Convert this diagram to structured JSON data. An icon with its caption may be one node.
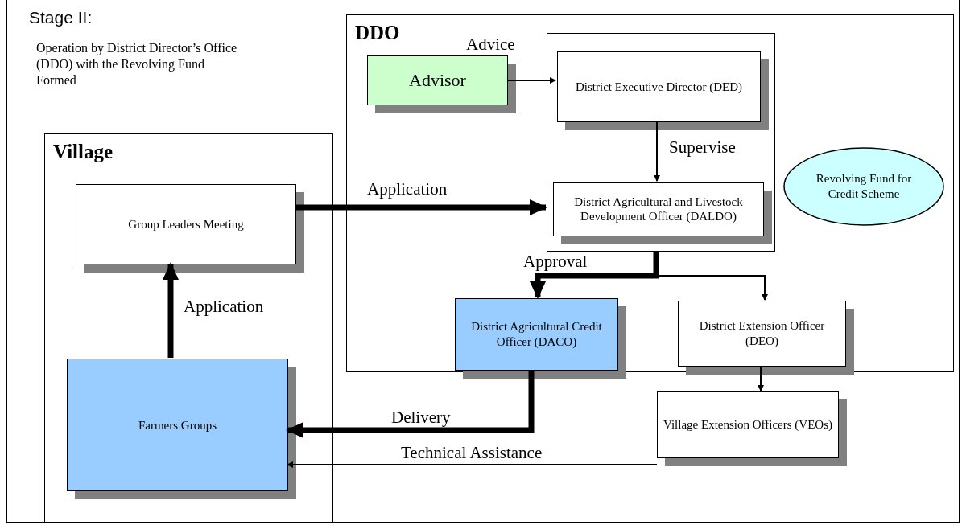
{
  "diagram": {
    "title": "Stage II:",
    "nodes": [
      {
        "text": [
          "Village"
        ]
      },
      {
        "text": [
          "Group Leaders Meeting"
        ],
        "in": 0
      },
      {
        "text": [
          "Farmers Groups"
        ],
        "in": 0
      },
      {
        "text": [
          "DDO"
        ]
      },
      {
        "text": [
          "Advisor"
        ],
        "in": 3
      },
      {
        "text": [],
        "shape": "box",
        "in": 3
      },
      {
        "text": [
          "District Executive Director (DED)"
        ],
        "in": 5
      },
      {
        "text": [
          "District Agricultural and Livestock Development Officer (DALDO)"
        ],
        "in": 5
      },
      {
        "text": [
          "Revolving Fund for Credit Scheme"
        ],
        "in": 3
      },
      {
        "text": [
          "District Agricultural Credit Officer (DACO)"
        ],
        "in": 3
      },
      {
        "text": [
          "District Extension Officer (DEO)"
        ],
        "in": 3
      },
      {
        "text": [
          "Village Extension Officers (VEOs)"
        ]
      }
    ],
    "edges": [
      {
        "from": 4,
        "to": 6,
        "arrow": "to",
        "label": "Advice"
      },
      {
        "from": 6,
        "to": 7,
        "arrow": "to",
        "label": "Supervise"
      },
      {
        "from": 1,
        "to": 5,
        "arrow": "to",
        "label": "Application",
        "style": "thick"
      },
      {
        "from": 2,
        "to": 1,
        "arrow": "to",
        "label": "Application",
        "style": "thick"
      },
      {
        "from": 5,
        "to": 9,
        "arrow": "to",
        "label": "Approval",
        "style": "thick"
      },
      {
        "from": 5,
        "to": 10,
        "arrow": "to"
      },
      {
        "from": 10,
        "to": 11,
        "arrow": "to"
      },
      {
        "from": 9,
        "to": 2,
        "arrow": "to",
        "label": "Delivery",
        "style": "thick"
      },
      {
        "from": 11,
        "to": 2,
        "arrow": "to",
        "label": "Technical Assistance"
      }
    ],
    "labels": [
      "Operation by District Director’s Office (DDO) with the Revolving Fund Formed"
    ]
  }
}
